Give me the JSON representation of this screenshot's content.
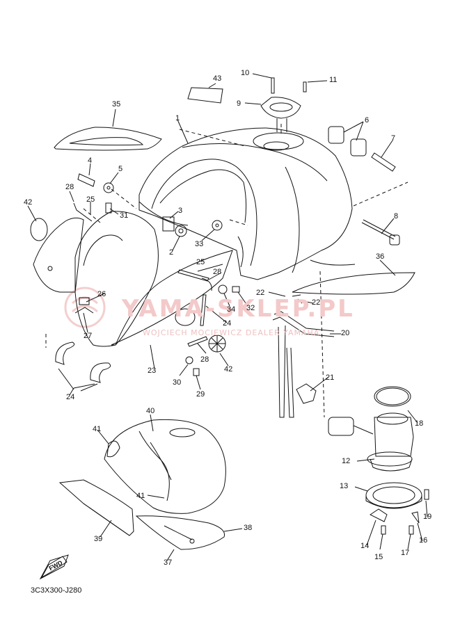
{
  "drawing_code": "3C3X300-J280",
  "fwd_label": "FWD",
  "watermark": {
    "main": "YAMA-SKLEP.PL",
    "sub": "WOJCIECH MOCIEWICZ DEALER YAMAHA"
  },
  "callouts": [
    "1",
    "2",
    "3",
    "4",
    "5",
    "6",
    "7",
    "8",
    "9",
    "10",
    "11",
    "12",
    "13",
    "14",
    "15",
    "16",
    "17",
    "18",
    "19",
    "20",
    "21",
    "22",
    "22",
    "23",
    "24",
    "25",
    "25",
    "26",
    "27",
    "28",
    "28",
    "28",
    "29",
    "30",
    "31",
    "32",
    "33",
    "34",
    "35",
    "36",
    "37",
    "38",
    "39",
    "40",
    "41",
    "41",
    "42",
    "42",
    "43"
  ],
  "colors": {
    "line": "#111111",
    "watermark": "#f3c9c9"
  }
}
